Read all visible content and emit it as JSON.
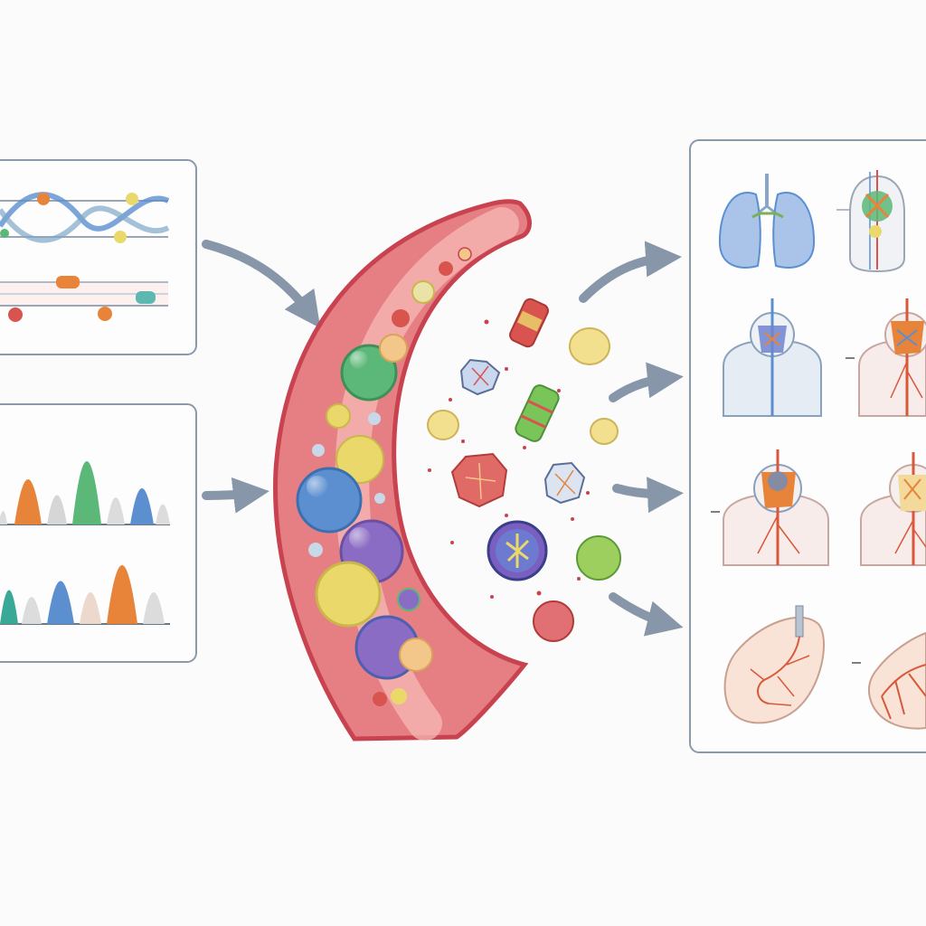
{
  "colors": {
    "background": "#fbfbfb",
    "panel_border": "#8a9aab",
    "arrow": "#8796a8",
    "vessel_wall": "#c8434f",
    "vessel_fill": "#e57f84",
    "lumen": "#f6b9b5",
    "green": "#5cb878",
    "blue": "#5b8fd0",
    "purple": "#8b6cc4",
    "yellow": "#ead96a",
    "orange": "#e8833a",
    "red": "#d9534f",
    "pale": "#f3d99a",
    "organ_red": "#d9583a"
  },
  "left_panels": [
    {
      "kind": "dna-and-gene-tracks"
    },
    {
      "kind": "peak-spectra"
    }
  ],
  "center": {
    "kind": "blood-vessel-with-circulating-particles"
  },
  "released_particles": [
    {
      "kind": "tumor-cell-red"
    },
    {
      "kind": "tumor-cell-green"
    },
    {
      "kind": "tumor-cell-purple"
    },
    {
      "kind": "cell-fragment-blue"
    },
    {
      "kind": "cell-fragment-pink"
    },
    {
      "kind": "vesicle-yellow"
    },
    {
      "kind": "vesicle-green"
    },
    {
      "kind": "vesicle-red"
    }
  ],
  "right_panel": {
    "organs": [
      {
        "icon": "lungs-icon"
      },
      {
        "icon": "torso-organ-icon"
      },
      {
        "icon": "head-neck-blue-icon"
      },
      {
        "icon": "head-neck-orange-icon"
      },
      {
        "icon": "head-neck-red-icon"
      },
      {
        "icon": "head-neck-yellow-icon"
      },
      {
        "icon": "pancreas-icon"
      },
      {
        "icon": "liver-icon"
      }
    ]
  }
}
